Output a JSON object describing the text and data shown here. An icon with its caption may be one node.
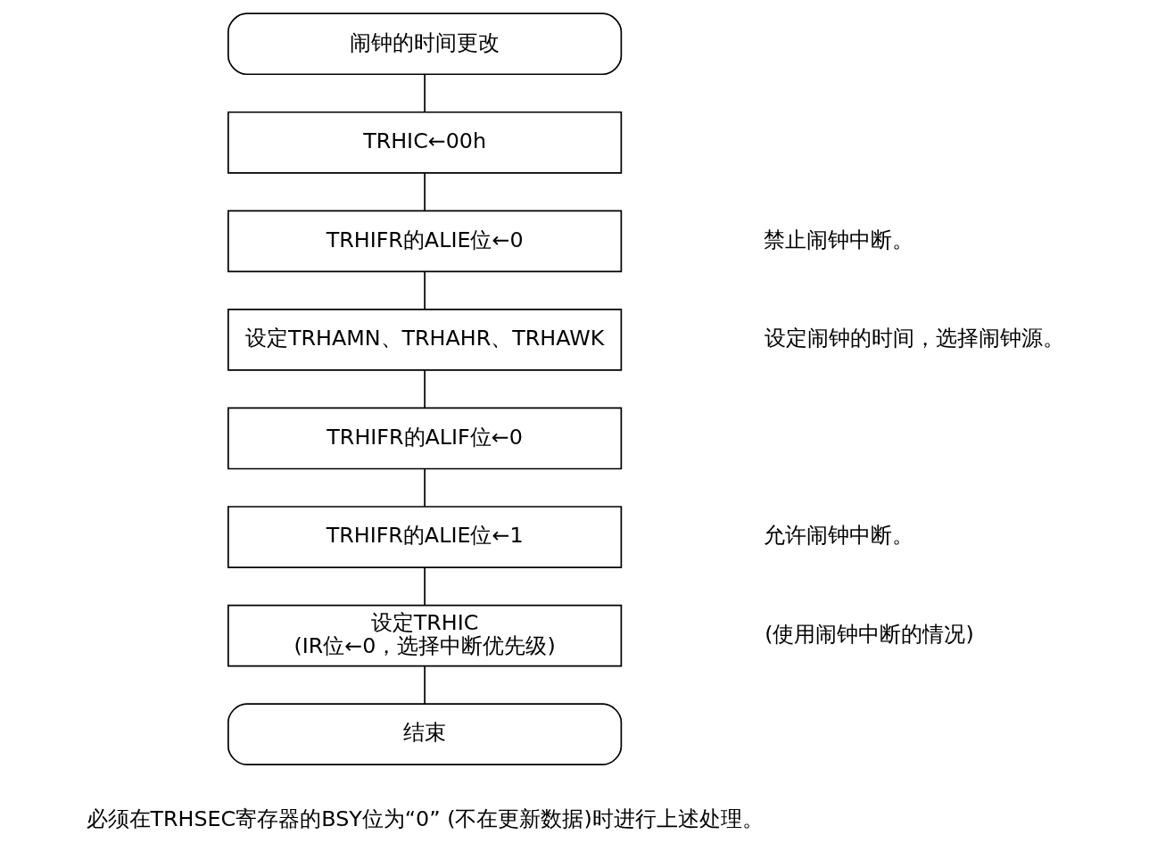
{
  "diagram": {
    "nodes": [
      {
        "text": [
          "闹钟的时间更改"
        ]
      },
      {
        "text": [
          "TRHIC←00h"
        ]
      },
      {
        "text": [
          "TRHIFR的ALIE位←0"
        ]
      },
      {
        "text": [
          "设定TRHAMN、TRHAHR、TRHAWK"
        ]
      },
      {
        "text": [
          "TRHIFR的ALIF位←0"
        ]
      },
      {
        "text": [
          "TRHIFR的ALIE位←1"
        ]
      },
      {
        "text": [
          "设定TRHIC",
          "(IR位←0，选择中断优先级)"
        ]
      },
      {
        "text": [
          "结束"
        ]
      }
    ],
    "edges": [
      {
        "from": 0,
        "to": 1,
        "arrow": "none"
      },
      {
        "from": 1,
        "to": 2,
        "arrow": "none"
      },
      {
        "from": 2,
        "to": 3,
        "arrow": "none"
      },
      {
        "from": 3,
        "to": 4,
        "arrow": "none"
      },
      {
        "from": 4,
        "to": 5,
        "arrow": "none"
      },
      {
        "from": 5,
        "to": 6,
        "arrow": "none"
      },
      {
        "from": 6,
        "to": 7,
        "arrow": "none"
      }
    ],
    "labels": [
      "禁止闹钟中断。",
      "设定闹钟的时间，选择闹钟源。",
      "允许闹钟中断。",
      "(使用闹钟中断的情况)",
      "必须在TRHSEC寄存器的BSY位为“0” (不在更新数据)时进行上述处理。"
    ]
  }
}
